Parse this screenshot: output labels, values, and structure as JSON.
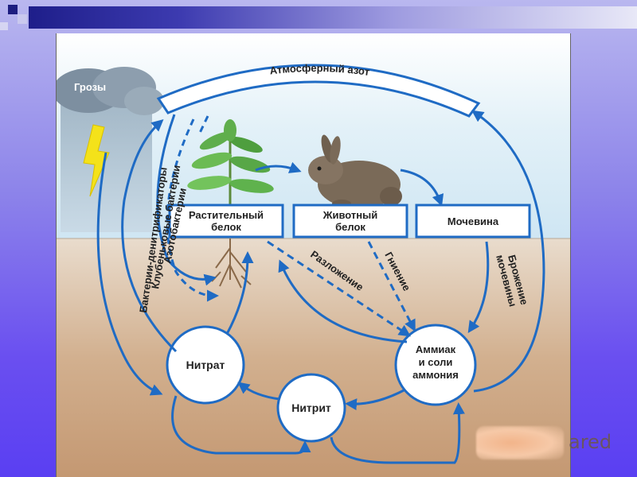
{
  "diagram": {
    "atmosphere_label": "Атмосферный азот",
    "storms_label": "Грозы",
    "plant_protein_line1": "Растительный",
    "plant_protein_line2": "белок",
    "animal_protein_line1": "Животный",
    "animal_protein_line2": "белок",
    "urea_label": "Мочевина",
    "decomposition_label": "Разложение",
    "rotting_label": "Гниение",
    "urea_fermentation_line1": "Брожение",
    "urea_fermentation_line2": "мочевины",
    "denitrifiers_label": "Бактерии-денитрификаторы",
    "nodule_bacteria_label": "Клубеньковые бактерии",
    "azotobacter_label": "Азотобактерии",
    "nitrate_label": "Нитрат",
    "nitrite_label": "Нитрит",
    "ammonia_line1": "Аммиак",
    "ammonia_line2": "и соли",
    "ammonia_line3": "аммония"
  },
  "watermark_text": "ared",
  "colors": {
    "arrow": "#1f6bc4",
    "sky_top": "#cfe6f3",
    "soil": "#c89e77"
  }
}
